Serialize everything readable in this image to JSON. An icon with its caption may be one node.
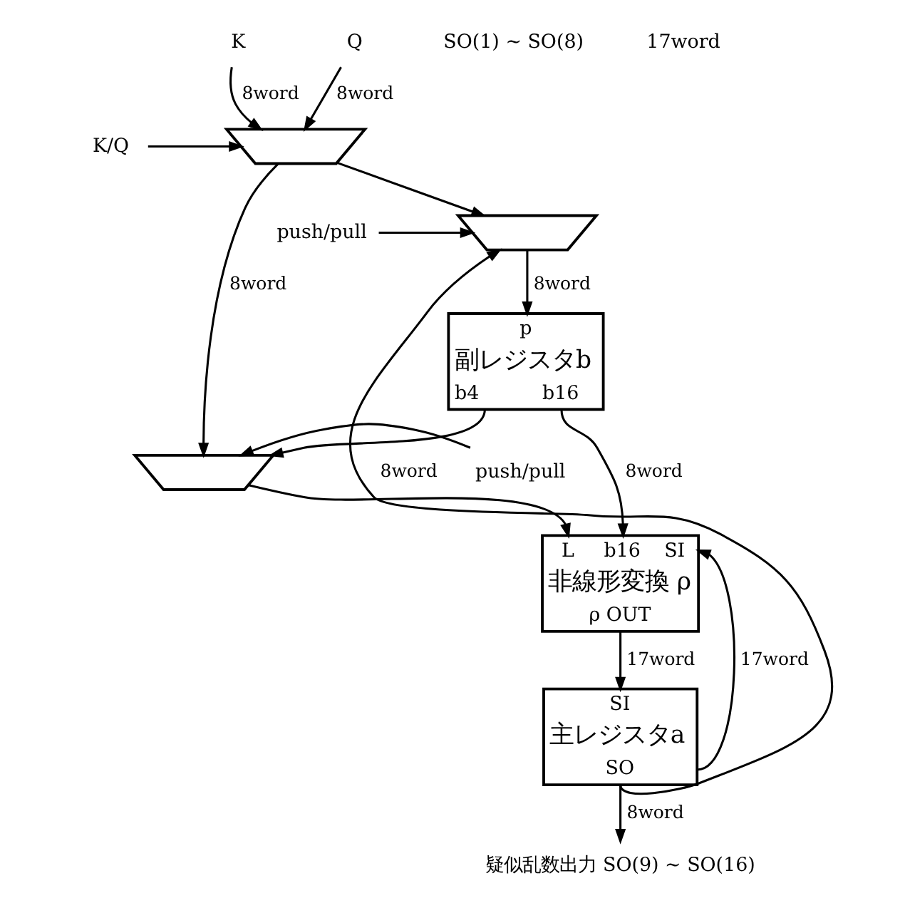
{
  "diagram": {
    "nodes": [
      {
        "text": [
          "K"
        ]
      },
      {
        "text": [
          "Q"
        ]
      },
      {
        "text": [
          "K/Q"
        ]
      },
      {
        "text": [],
        "shape": "trapezium"
      },
      {
        "text": [
          "push/pull"
        ]
      },
      {
        "text": [],
        "shape": "trapezium"
      },
      {
        "text": [
          "p",
          "副レジスタb",
          "b4",
          "b16"
        ]
      },
      {
        "text": [
          "push/pull"
        ]
      },
      {
        "text": [],
        "shape": "trapezium"
      },
      {
        "text": [
          "L",
          "b16",
          "SI",
          "非線形変換 ρ",
          "ρ OUT"
        ]
      },
      {
        "text": [
          "SI",
          "主レジスタa",
          "SO"
        ]
      },
      {
        "text": [
          "疑似乱数出力 SO(9) ~ SO(16)"
        ]
      }
    ],
    "edges": [
      {
        "from": 0,
        "to": 3,
        "arrow": "to",
        "label": "8word"
      },
      {
        "from": 1,
        "to": 3,
        "arrow": "to",
        "label": "8word"
      },
      {
        "from": 2,
        "to": 3,
        "arrow": "to"
      },
      {
        "from": 3,
        "to": 5,
        "arrow": "to"
      },
      {
        "from": 3,
        "to": 8,
        "arrow": "to",
        "label": "8word"
      },
      {
        "from": 4,
        "to": 5,
        "arrow": "to"
      },
      {
        "from": 5,
        "to": 6,
        "arrow": "to",
        "label": "8word"
      },
      {
        "from": 6,
        "to": 8,
        "arrow": "to"
      },
      {
        "from": 7,
        "to": 8,
        "arrow": "to"
      },
      {
        "from": 8,
        "to": 9,
        "arrow": "to"
      },
      {
        "from": 6,
        "to": 9,
        "arrow": "to",
        "label": "8word"
      },
      {
        "from": 10,
        "to": 9,
        "arrow": "to",
        "label": "17word"
      },
      {
        "from": 9,
        "to": 10,
        "arrow": "to",
        "label": "17word"
      },
      {
        "from": 10,
        "to": 11,
        "arrow": "to",
        "label": "8word"
      },
      {
        "from": 10,
        "to": 5,
        "arrow": "to",
        "label": "8word"
      }
    ],
    "labels": [
      "SO(1) ~ SO(8)",
      "17word"
    ]
  }
}
